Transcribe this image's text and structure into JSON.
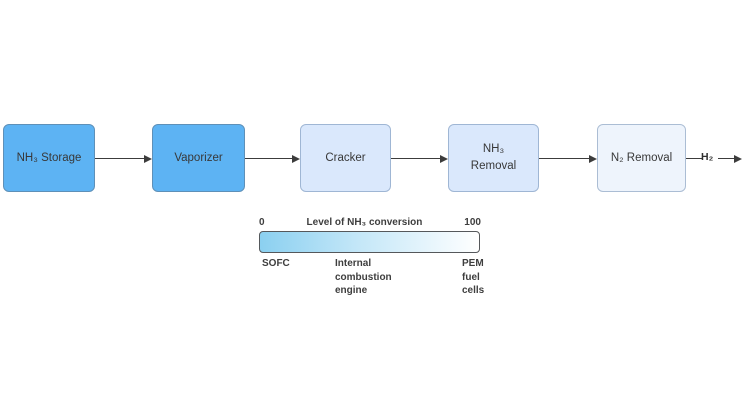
{
  "diagram": {
    "boxes": [
      {
        "label": "NH₃ Storage"
      },
      {
        "label": "Vaporizer"
      },
      {
        "label": "Cracker"
      },
      {
        "label": "NH₃\nRemoval"
      },
      {
        "label": "N₂ Removal"
      }
    ],
    "output_label": "H₂",
    "colors": {
      "box_strong_fill": "#5db3f3",
      "box_light_fill": "#dae8fc",
      "box_lighter_fill": "#eef4fc",
      "arrow": "#3c3c3c",
      "gradient_start": "#8bd0f0",
      "gradient_end": "#ffffff"
    }
  },
  "legend": {
    "min": "0",
    "title": "Level of NH₃ conversion",
    "max": "100",
    "left_label": "SOFC",
    "center_label": "Internal\ncombustion\nengine",
    "right_label": "PEM\nfuel\ncells"
  }
}
